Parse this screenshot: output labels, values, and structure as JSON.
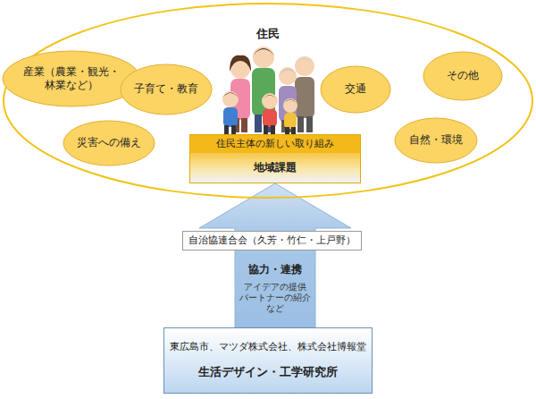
{
  "diagram": {
    "nodes": [
      {
        "text": [
          "住民"
        ]
      },
      {
        "text": [
          "産業（農業・観光・ 林業など）"
        ],
        "in": 0
      },
      {
        "text": [
          "子育て・教育"
        ],
        "in": 0
      },
      {
        "text": [
          "交通"
        ],
        "in": 0
      },
      {
        "text": [
          "その他"
        ],
        "in": 0
      },
      {
        "text": [
          "災害への備え"
        ],
        "in": 0
      },
      {
        "text": [
          "自然・環境"
        ],
        "in": 0
      },
      {
        "text": [
          "住民主体の新しい取り組み",
          "地域課題"
        ],
        "in": 0
      },
      {
        "text": [
          "自治協連合会（久芳・竹仁・上戸野）"
        ]
      },
      {
        "text": [
          "東広島市、マツダ株式会社、株式会社博報堂",
          "生活デザイン・工学研究所"
        ]
      }
    ],
    "edges": [
      {
        "from": 9,
        "to": 7,
        "arrow": "to",
        "label": "協力・連携"
      }
    ],
    "labels": [
      "アイデアの提供 パートナーの紹介 など"
    ]
  }
}
